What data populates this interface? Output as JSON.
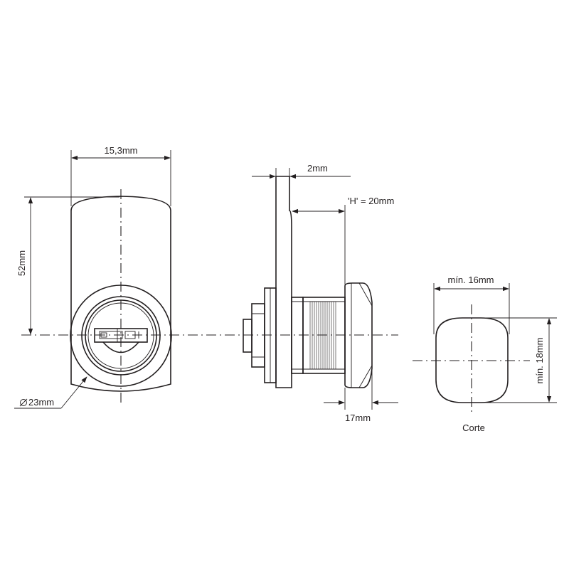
{
  "front_view": {
    "width_label": "15,3mm",
    "height_label": "52mm",
    "diameter_label": "23mm"
  },
  "side_view": {
    "flange_label": "2mm",
    "h_label": "'H' = 20mm",
    "body_label": "17mm"
  },
  "cut_view": {
    "width_label": "mín. 16mm",
    "height_label": "mín. 18mm",
    "caption": "Corte"
  },
  "colors": {
    "line": "#231f20",
    "background": "#ffffff"
  }
}
